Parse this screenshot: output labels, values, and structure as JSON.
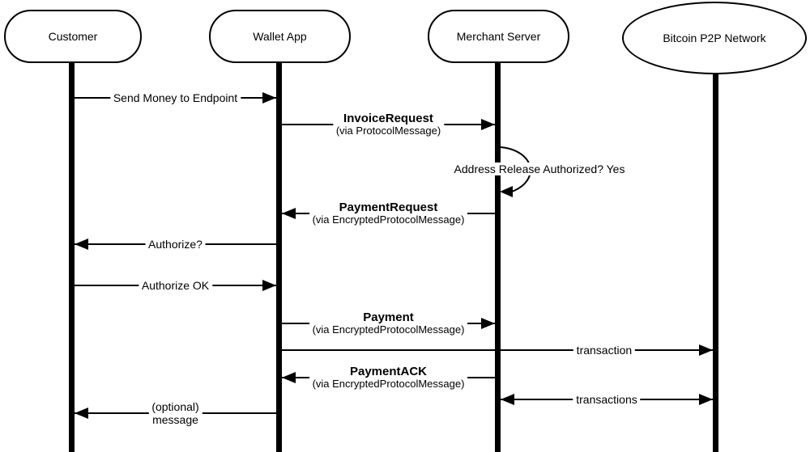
{
  "diagram": {
    "type": "sequence-diagram",
    "colors": {
      "line": "#000000",
      "background": "#ffffff",
      "text": "#000000"
    },
    "actors": [
      {
        "id": "customer",
        "label": "Customer",
        "shape": "stadium"
      },
      {
        "id": "wallet-app",
        "label": "Wallet App",
        "shape": "stadium"
      },
      {
        "id": "merchant-server",
        "label": "Merchant Server",
        "shape": "stadium"
      },
      {
        "id": "bitcoin-p2p-network",
        "label": "Bitcoin P2P Network",
        "shape": "ellipse"
      }
    ],
    "messages": [
      {
        "from": "customer",
        "to": "wallet-app",
        "label": "Send Money to Endpoint"
      },
      {
        "from": "wallet-app",
        "to": "merchant-server",
        "label": "InvoiceRequest",
        "sublabel": "(via ProtocolMessage)"
      },
      {
        "type": "self-loop",
        "actor": "merchant-server",
        "label": "Address Release Authorized? Yes"
      },
      {
        "from": "merchant-server",
        "to": "wallet-app",
        "label": "PaymentRequest",
        "sublabel": "(via EncryptedProtocolMessage)"
      },
      {
        "from": "wallet-app",
        "to": "customer",
        "label": "Authorize?"
      },
      {
        "from": "customer",
        "to": "wallet-app",
        "label": "Authorize OK"
      },
      {
        "from": "wallet-app",
        "to": "merchant-server",
        "label": "Payment",
        "sublabel": "(via EncryptedProtocolMessage)"
      },
      {
        "from": "wallet-app",
        "to": "bitcoin-p2p-network",
        "label": "transaction"
      },
      {
        "from": "merchant-server",
        "to": "wallet-app",
        "label": "PaymentACK",
        "sublabel": "(via EncryptedProtocolMessage)"
      },
      {
        "from": "merchant-server",
        "to": "bitcoin-p2p-network",
        "label": "transactions",
        "bidirectional": true
      },
      {
        "from": "wallet-app",
        "to": "customer",
        "label": "(optional)",
        "sublabel": "message"
      }
    ]
  }
}
